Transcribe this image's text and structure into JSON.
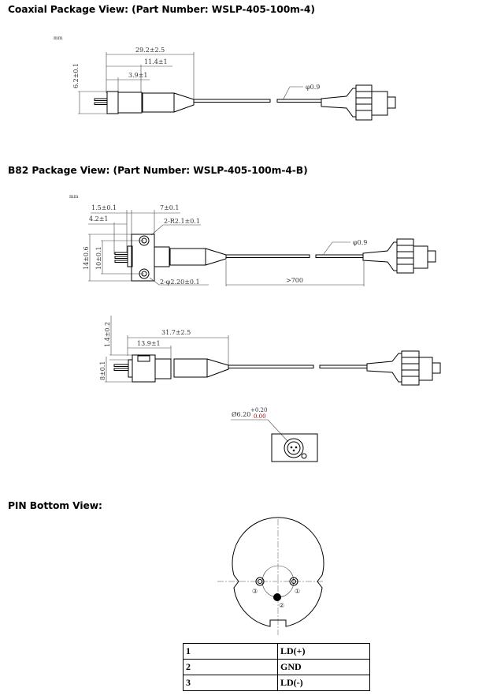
{
  "sections": {
    "coaxial": {
      "heading": "Coaxial Package View: (Part Number: WSLP-405-100m-4)",
      "unit": "mm",
      "dims": {
        "total": "29.2±2.5",
        "mid": "11.4±1",
        "short": "3.9±1",
        "height": "6.2±0.1",
        "fiber": "φ0.9"
      }
    },
    "b82": {
      "heading": "B82 Package View: (Part Number: WSLP-405-100m-4-B)",
      "unit": "mm",
      "top_dims": {
        "a": "1.5±0.1",
        "b": "7±0.1",
        "c": "4.2±1",
        "radius": "2-R2.1±0.1",
        "h1": "14±0.6",
        "h2": "10±0.1",
        "holes": "2-φ2.20±0.1",
        "length": ">700",
        "fiber": "φ0.9"
      },
      "side_dims": {
        "total": "31.7±2.5",
        "mid": "13.9±1",
        "top": "1.4±0.2",
        "height": "8±0.1"
      },
      "end_view": {
        "dia": "Ø6.20",
        "tol_upper": "+0.20",
        "tol_lower": "0.00"
      }
    },
    "pin": {
      "heading": "PIN Bottom View:",
      "labels": [
        "①",
        "②",
        "③"
      ],
      "table": [
        {
          "pin": "1",
          "function": "LD(+)"
        },
        {
          "pin": "2",
          "function": "GND"
        },
        {
          "pin": "3",
          "function": "LD(-)"
        }
      ]
    }
  }
}
